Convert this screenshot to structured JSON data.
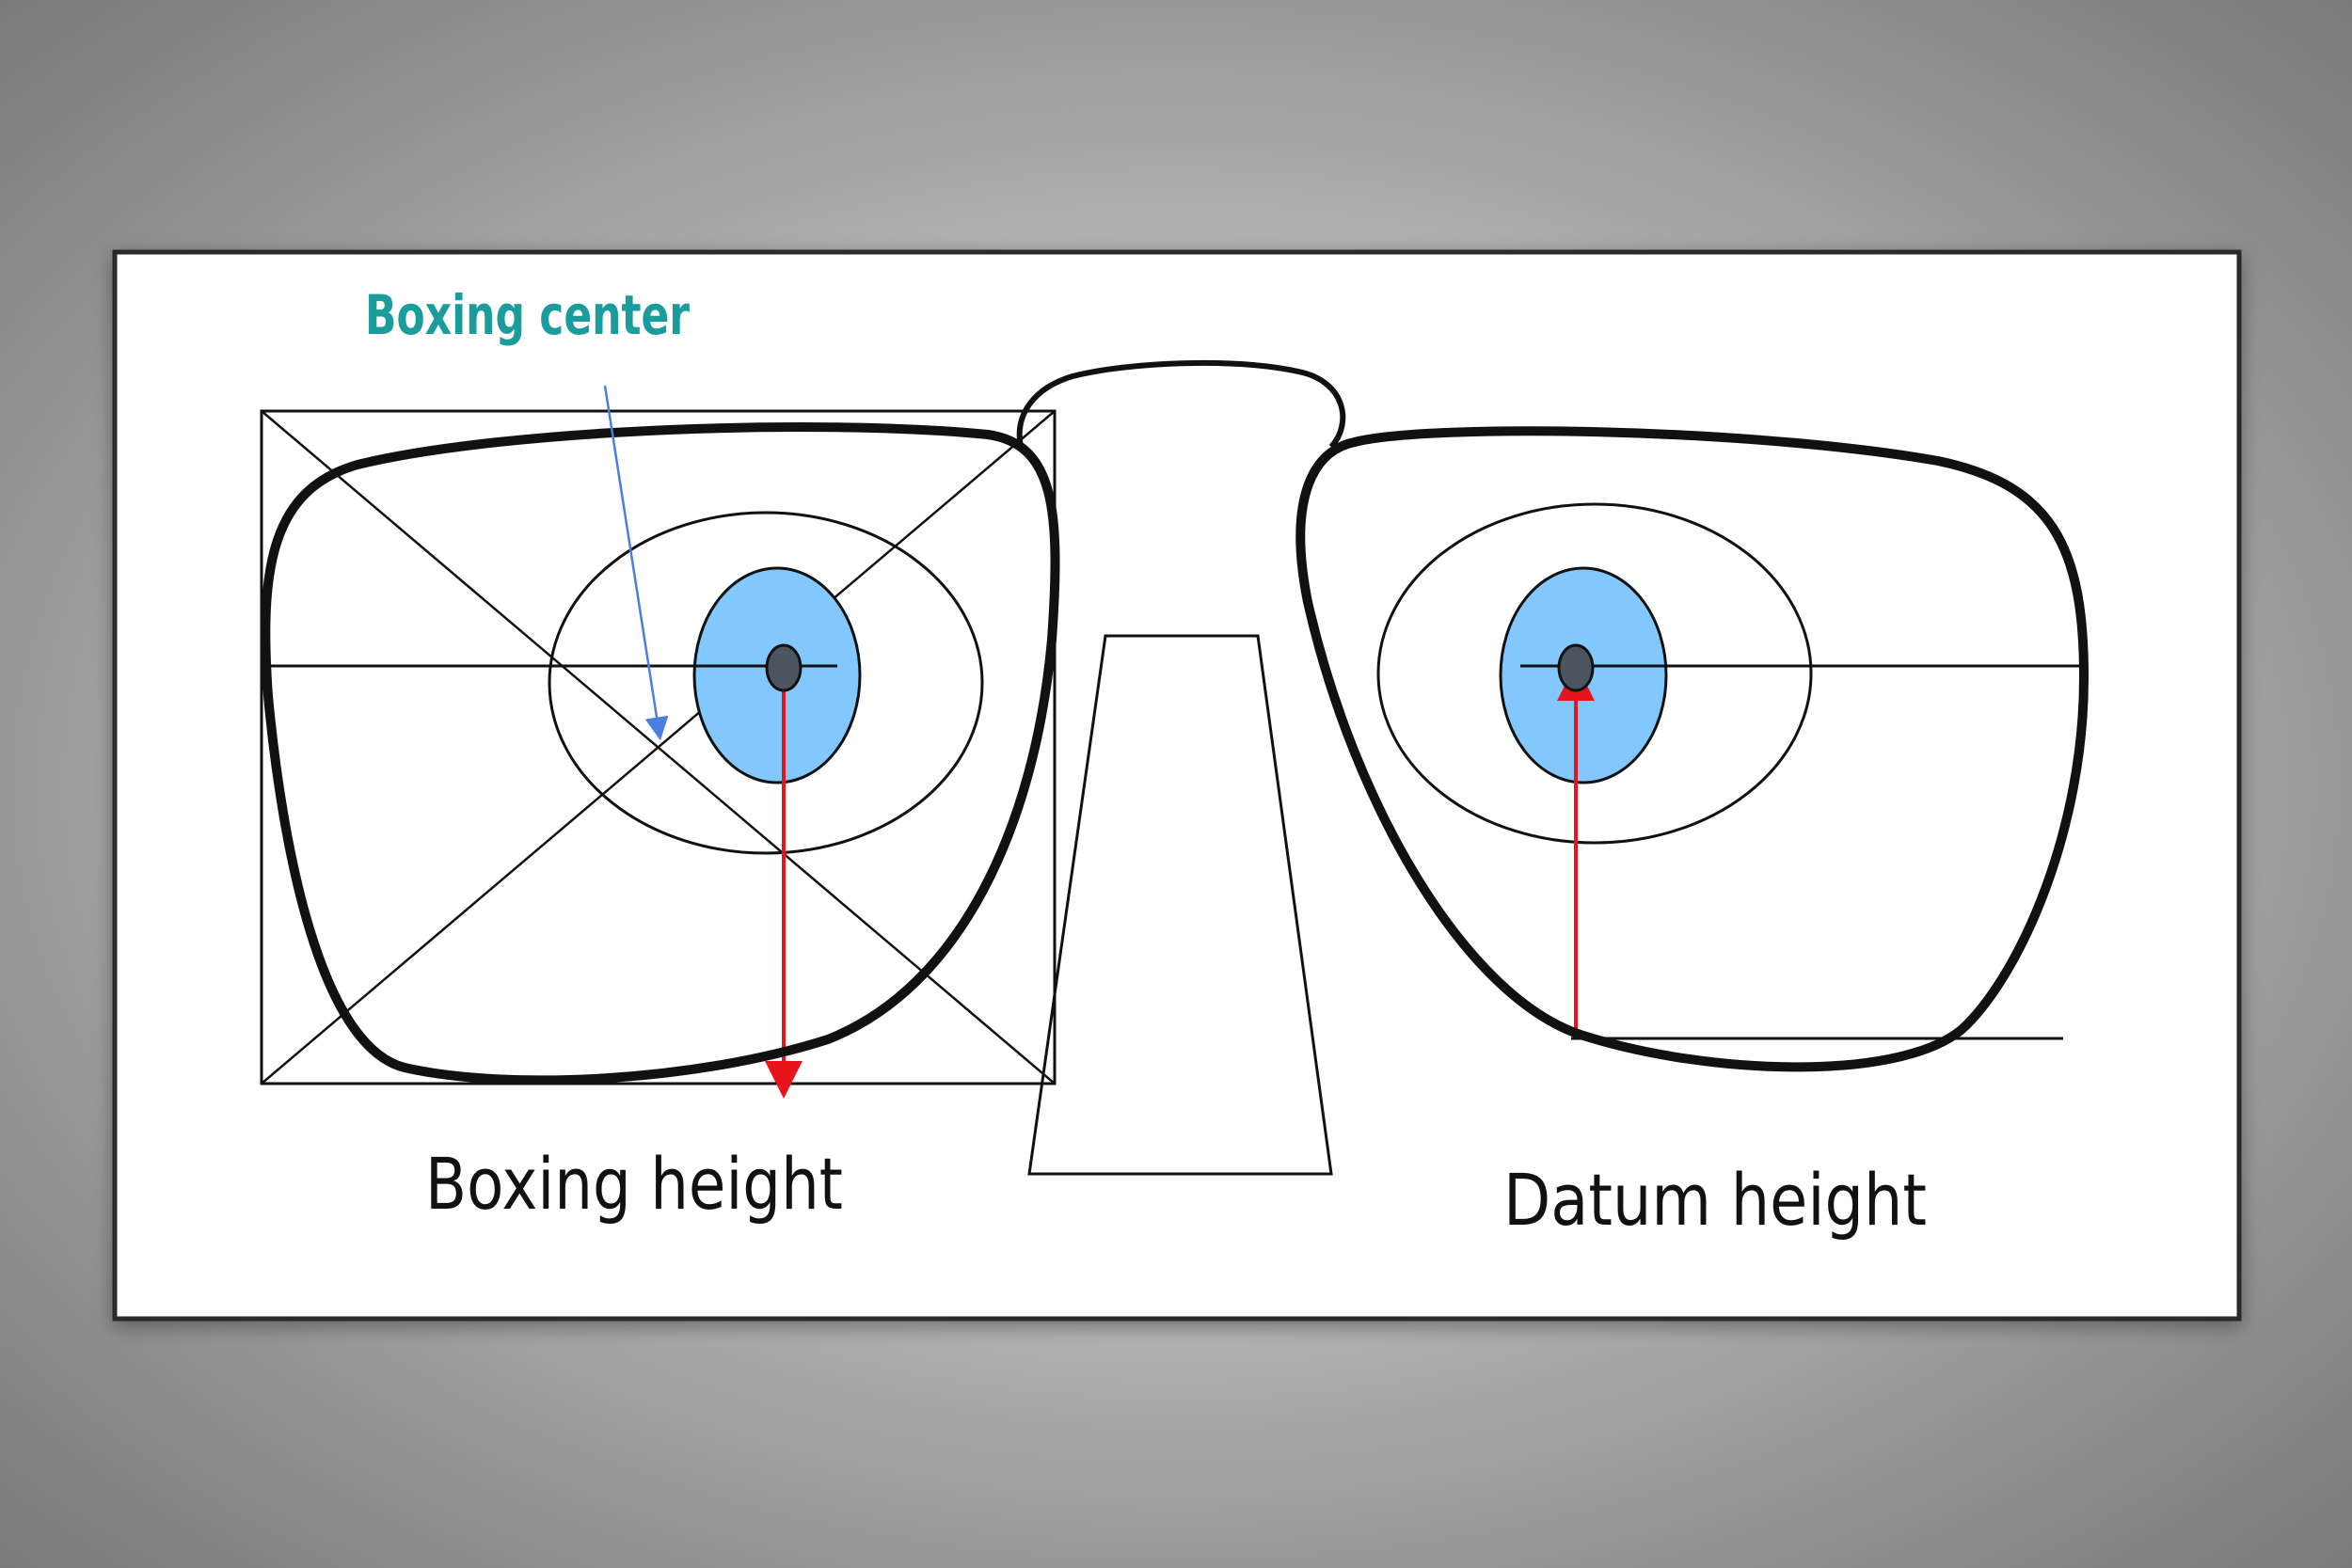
{
  "labels": {
    "boxing_center": "Boxing center",
    "boxing_height": "Boxing height",
    "datum_height": "Datum height"
  },
  "colors": {
    "panel_background": "#ffffff",
    "frame_outline": "#111111",
    "iris_fill": "#82c8ff",
    "pupil_fill": "#4a5560",
    "measurement_arrow": "#e8141c",
    "pointer_arrow": "#4a7fe0",
    "boxing_center_label": "#1a9c9c"
  }
}
